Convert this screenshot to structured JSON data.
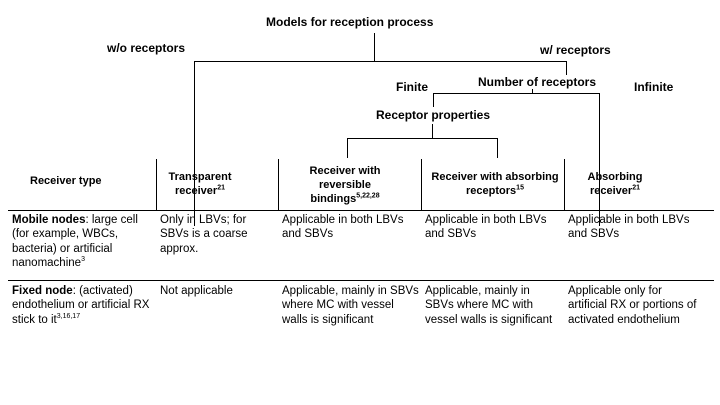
{
  "tree": {
    "root": "Models for reception process",
    "left_branch": "w/o receptors",
    "right_branch": "w/ receptors",
    "number_of_receptors": "Number of receptors",
    "finite": "Finite",
    "infinite": "Infinite",
    "receptor_properties": "Receptor properties"
  },
  "table": {
    "corner_header": "Receiver type",
    "columns": [
      {
        "text": "Transparent receiver",
        "sup": "21"
      },
      {
        "text": "Receiver with reversible bindings",
        "sup": "5,22,28"
      },
      {
        "text": "Receiver with absorbing receptors",
        "sup": "15"
      },
      {
        "text": "Absorbing receiver",
        "sup": "21"
      }
    ],
    "rows": [
      {
        "label_bold": "Mobile nodes",
        "label_rest": ": large cell (for example, WBCs, bacteria) or artificial nanomachine",
        "label_sup": "3",
        "cells": [
          "Only in LBVs; for SBVs is a coarse approx.",
          "Applicable in both LBVs and SBVs",
          "Applicable in both LBVs and SBVs",
          "Applicable in both LBVs and SBVs"
        ]
      },
      {
        "label_bold": "Fixed node",
        "label_rest": ": (activated) endothelium or artificial RX stick to it",
        "label_sup": "3,16,17",
        "cells": [
          "Not applicable",
          "Applicable, mainly in SBVs where MC with vessel walls is significant",
          "Applicable, mainly in SBVs where MC with vessel walls is significant",
          "Applicable only for artificial RX or portions of activated endothelium"
        ]
      }
    ]
  }
}
